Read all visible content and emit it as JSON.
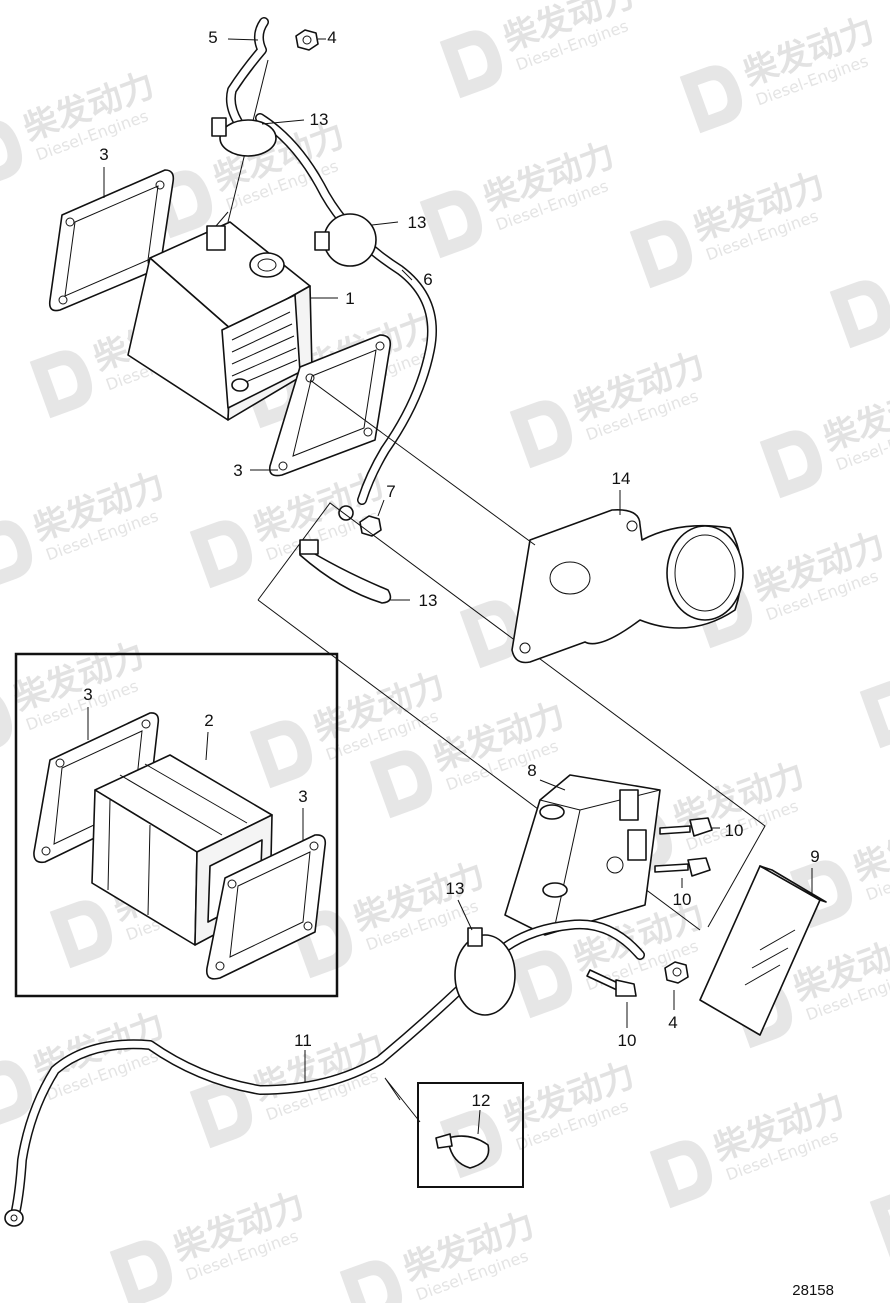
{
  "watermark": {
    "cn": "柴发动力",
    "en": "Diesel-Engines"
  },
  "reference_number": "28158",
  "callouts": [
    {
      "label": "5"
    },
    {
      "label": "4"
    },
    {
      "label": "13"
    },
    {
      "label": "3"
    },
    {
      "label": "13"
    },
    {
      "label": "1"
    },
    {
      "label": "6"
    },
    {
      "label": "3"
    },
    {
      "label": "7"
    },
    {
      "label": "14"
    },
    {
      "label": "13"
    },
    {
      "label": "3"
    },
    {
      "label": "2"
    },
    {
      "label": "3"
    },
    {
      "label": "8"
    },
    {
      "label": "10"
    },
    {
      "label": "9"
    },
    {
      "label": "10"
    },
    {
      "label": "13"
    },
    {
      "label": "10"
    },
    {
      "label": "4"
    },
    {
      "label": "11"
    },
    {
      "label": "12"
    }
  ]
}
